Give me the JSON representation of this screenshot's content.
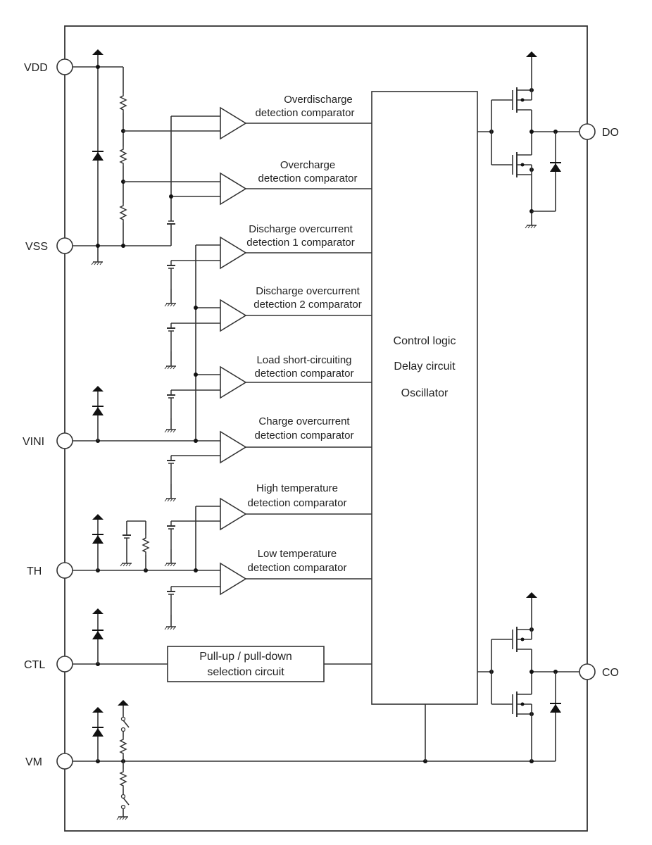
{
  "pins": {
    "vdd": "VDD",
    "vss": "VSS",
    "vini": "VINI",
    "th": "TH",
    "ctl": "CTL",
    "vm": "VM",
    "do": "DO",
    "co": "CO"
  },
  "comparators": [
    {
      "line1": "Overdischarge",
      "line2": "detection comparator"
    },
    {
      "line1": "Overcharge",
      "line2": "detection comparator"
    },
    {
      "line1": "Discharge overcurrent",
      "line2": "detection 1 comparator"
    },
    {
      "line1": "Discharge overcurrent",
      "line2": "detection 2 comparator"
    },
    {
      "line1": "Load short-circuiting",
      "line2": "detection comparator"
    },
    {
      "line1": "Charge overcurrent",
      "line2": "detection comparator"
    },
    {
      "line1": "High temperature",
      "line2": "detection comparator"
    },
    {
      "line1": "Low temperature",
      "line2": "detection comparator"
    }
  ],
  "control_block": {
    "line1": "Control logic",
    "line2": "Delay circuit",
    "line3": "Oscillator"
  },
  "selection_block": {
    "line1": "Pull-up / pull-down",
    "line2": "selection circuit"
  }
}
